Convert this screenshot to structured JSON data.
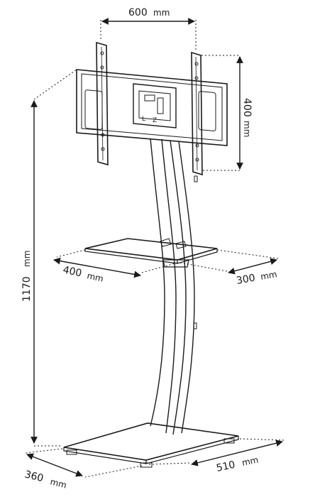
{
  "dimensions": {
    "mount_width": {
      "value": "600",
      "unit": "mm"
    },
    "mount_height": {
      "value": "400",
      "unit": "mm"
    },
    "total_height": {
      "value": "1170",
      "unit": "mm"
    },
    "shelf_width": {
      "value": "400",
      "unit": "mm"
    },
    "shelf_depth": {
      "value": "300",
      "unit": "mm"
    },
    "base_width": {
      "value": "510",
      "unit": "mm"
    },
    "base_depth": {
      "value": "360",
      "unit": "mm"
    }
  },
  "colors": {
    "stroke": "#1a1a1a",
    "background": "#ffffff"
  }
}
